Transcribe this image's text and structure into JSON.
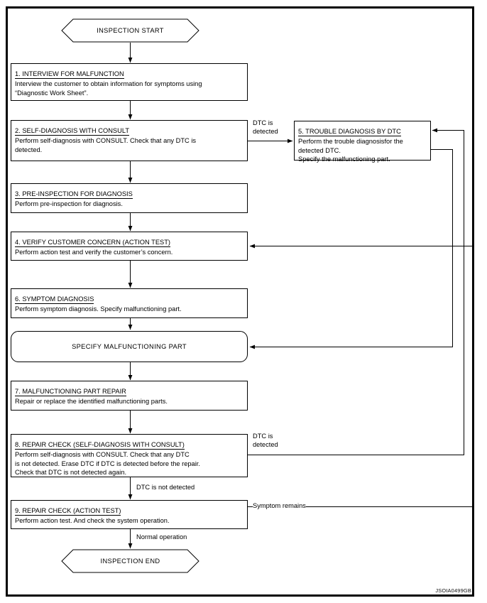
{
  "figure": {
    "code": "JSOIA0499GB",
    "type": "flowchart",
    "title": "Diagnosis work flow"
  },
  "nodes": {
    "start": {
      "shape": "hexagon",
      "label": "INSPECTION START"
    },
    "step1": {
      "shape": "process",
      "title": "1. INTERVIEW FOR MALFUNCTION",
      "lines": [
        "Interview the customer to obtain information for symptoms using",
        "“Diagnostic Work Sheet”."
      ]
    },
    "step2": {
      "shape": "process",
      "title": "2. SELF-DIAGNOSIS WITH CONSULT",
      "lines": [
        "Perform self-diagnosis with CONSULT. Check that any DTC is",
        "detected."
      ]
    },
    "step3": {
      "shape": "process",
      "title": "3. PRE-INSPECTION FOR DIAGNOSIS",
      "lines": [
        "Perform pre-inspection for diagnosis."
      ]
    },
    "step4": {
      "shape": "process",
      "title": "4. VERIFY CUSTOMER CONCERN (ACTION TEST)",
      "lines": [
        "Perform action test and verify the customer’s concern."
      ]
    },
    "step5": {
      "shape": "process",
      "title": "5. TROUBLE DIAGNOSIS BY DTC",
      "lines": [
        "Perform the trouble diagnosisfor the",
        "detected DTC.",
        "Specify the malfunctioning part."
      ]
    },
    "step6": {
      "shape": "process",
      "title": "6. SYMPTOM DIAGNOSIS ",
      "lines": [
        "Perform symptom diagnosis. Specify malfunctioning part."
      ]
    },
    "specify": {
      "shape": "rounded",
      "label": "SPECIFY MALFUNCTIONING PART"
    },
    "step7": {
      "shape": "process",
      "title": "7. MALFUNCTIONING PART REPAIR ",
      "lines": [
        "Repair or replace the identified malfunctioning parts."
      ]
    },
    "step8": {
      "shape": "process",
      "title": "8. REPAIR CHECK (SELF-DIAGNOSIS WITH CONSULT)",
      "lines": [
        "Perform self-diagnosis with CONSULT. Check that any DTC",
        "is not detected. Erase DTC if DTC is detected before the repair.",
        "Check that DTC is not detected again."
      ]
    },
    "step9": {
      "shape": "process",
      "title": "9. REPAIR CHECK (ACTION TEST)",
      "lines": [
        "Perform action test. And check the system operation."
      ]
    },
    "end": {
      "shape": "hexagon",
      "label": "INSPECTION END"
    }
  },
  "edge_labels": {
    "dtc_detected_1": "DTC is",
    "dtc_detected_2": "detected",
    "dtc_detected_8_1": "DTC is",
    "dtc_detected_8_2": "detected",
    "dtc_not_detected": "DTC is not detected",
    "symptom_remains": "Symptom remains",
    "normal_operation": "Normal operation"
  },
  "colors": {
    "frame": "#000000",
    "box_border": "#000000",
    "wire": "#000000",
    "text": "#000000",
    "background": "#ffffff"
  }
}
